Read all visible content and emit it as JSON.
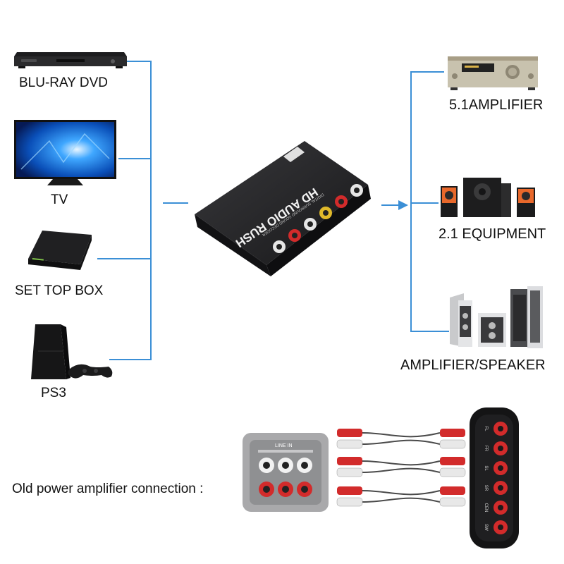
{
  "sources": [
    {
      "label": "BLU-RAY DVD",
      "icon": "bluray-player-icon"
    },
    {
      "label": "TV",
      "icon": "tv-icon"
    },
    {
      "label": "SET TOP BOX",
      "icon": "set-top-box-icon"
    },
    {
      "label": "PS3",
      "icon": "ps3-console-icon"
    }
  ],
  "outputs": [
    {
      "label": "5.1AMPLIFIER",
      "icon": "amplifier-icon"
    },
    {
      "label": "2.1 EQUIPMENT",
      "icon": "speaker-system-icon"
    },
    {
      "label": "AMPLIFIER/SPEAKER",
      "icon": "tower-speakers-icon"
    }
  ],
  "decoder": {
    "brand": "HD AUDIO RUSH",
    "subtitle": "DIGITAL SURROUND SOUND DECODER"
  },
  "bottom": {
    "caption": "Old power amplifier connection :",
    "line_in_label": "LINE IN",
    "decoder_ports": [
      "FL",
      "FR",
      "SL",
      "SR",
      "CEN",
      "SW"
    ]
  },
  "colors": {
    "connector_line": "#3b8fd6",
    "rca_red": "#d22b2b",
    "rca_white": "#e8e8e8",
    "device_black": "#1c1c1e"
  }
}
